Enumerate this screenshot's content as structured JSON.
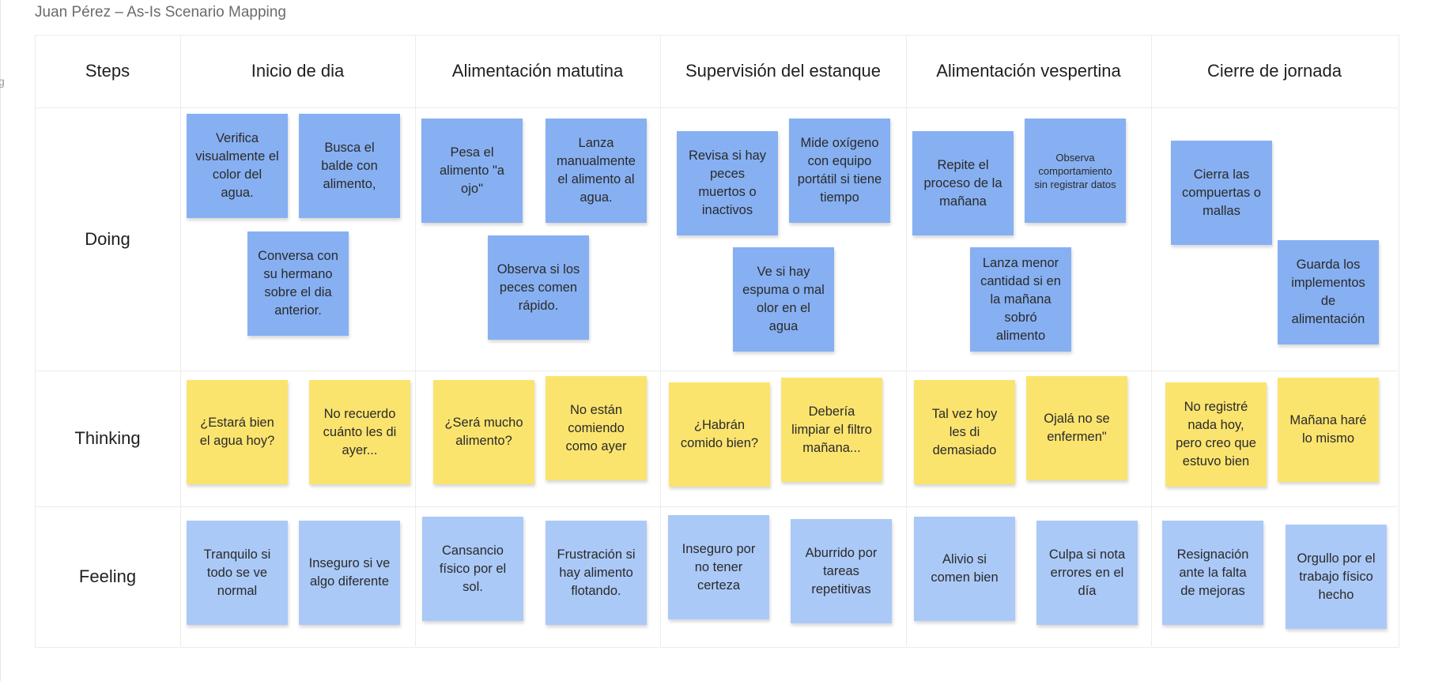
{
  "board_title": "Juan Pérez – As-Is Scenario Mapping",
  "edge_mark": "g",
  "steps_label": "Steps",
  "columns": [
    "Inicio de dia",
    "Alimentación matutina",
    "Supervisión del estanque",
    "Alimentación vespertina",
    "Cierre de jornada"
  ],
  "rows": [
    "Doing",
    "Thinking",
    "Feeling"
  ],
  "colors": {
    "doing_note": "#87b0f2",
    "thinking_note": "#fbe46e",
    "feeling_note": "#abc9f7"
  },
  "doing": [
    "Verifica visualmente el color del agua.",
    "Busca el balde con alimento,",
    "Conversa con su hermano sobre el dia anterior.",
    "Pesa el alimento \"a ojo\"",
    "Lanza manualmente el alimento al agua.",
    "Observa si los peces comen rápido.",
    "Revisa si hay peces muertos o inactivos",
    "Mide oxígeno con equipo portátil si tiene tiempo",
    "Ve si hay espuma o mal olor en el agua",
    "Repite el proceso de la mañana",
    "Observa comportamiento sin registrar datos",
    "Lanza menor cantidad si en la mañana sobró alimento",
    "Cierra las compuertas o mallas",
    "Guarda los implementos de alimentación"
  ],
  "thinking": [
    "¿Estará bien el agua hoy?",
    "No recuerdo cuánto les di ayer...",
    "¿Será mucho alimento?",
    "No están comiendo como ayer",
    "¿Habrán comido bien?",
    "Debería limpiar el filtro mañana...",
    "Tal vez hoy les di demasiado",
    "Ojalá no se enfermen\"",
    "No registré nada hoy, pero creo que estuvo bien",
    "Mañana haré lo mismo"
  ],
  "feeling": [
    "Tranquilo si todo se ve normal",
    "Inseguro si ve algo diferente",
    "Cansancio físico por el sol.",
    "Frustración si hay alimento flotando.",
    "Inseguro por no tener certeza",
    "Aburrido por tareas repetitivas",
    "Alivio si comen bien",
    "Culpa si nota errores en el día",
    "Resignación ante la falta de mejoras",
    "Orgullo por el trabajo físico hecho"
  ]
}
